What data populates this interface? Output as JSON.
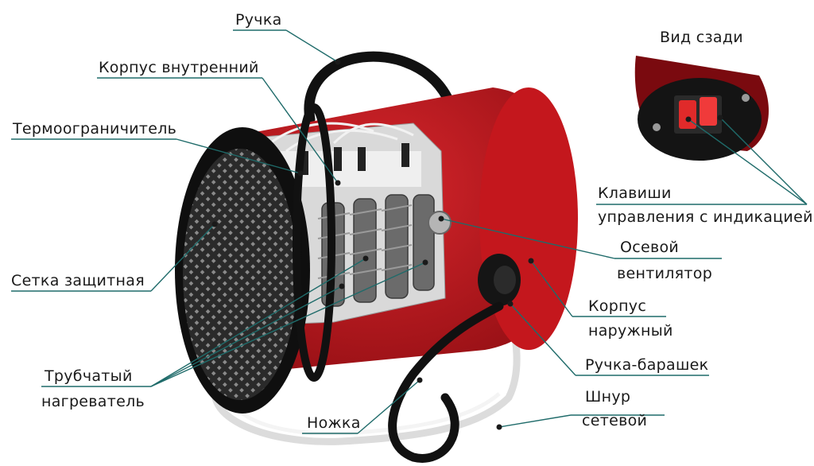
{
  "labels": {
    "handle": "Ручка",
    "inner_body": "Корпус внутренний",
    "thermostat": "Термоограничитель",
    "mesh": "Сетка защитная",
    "heater_line1": "Трубчатый",
    "heater_line2": "нагреватель",
    "rear_view": "Вид сзади",
    "switches_line1": "Клавиши",
    "switches_line2": "управления с индикацией",
    "fan_line1": "Осевой",
    "fan_line2": "вентилятор",
    "outer_body_line1": "Корпус",
    "outer_body_line2": "наружный",
    "knob": "Ручка-барашек",
    "cord_line1": "Шнур",
    "cord_line2": "сетевой",
    "leg": "Ножка"
  },
  "colors": {
    "body_red": "#b8141a",
    "leader_line": "#1f6b6a",
    "frame_black": "#111111",
    "cord_white": "#e9e9e9"
  }
}
